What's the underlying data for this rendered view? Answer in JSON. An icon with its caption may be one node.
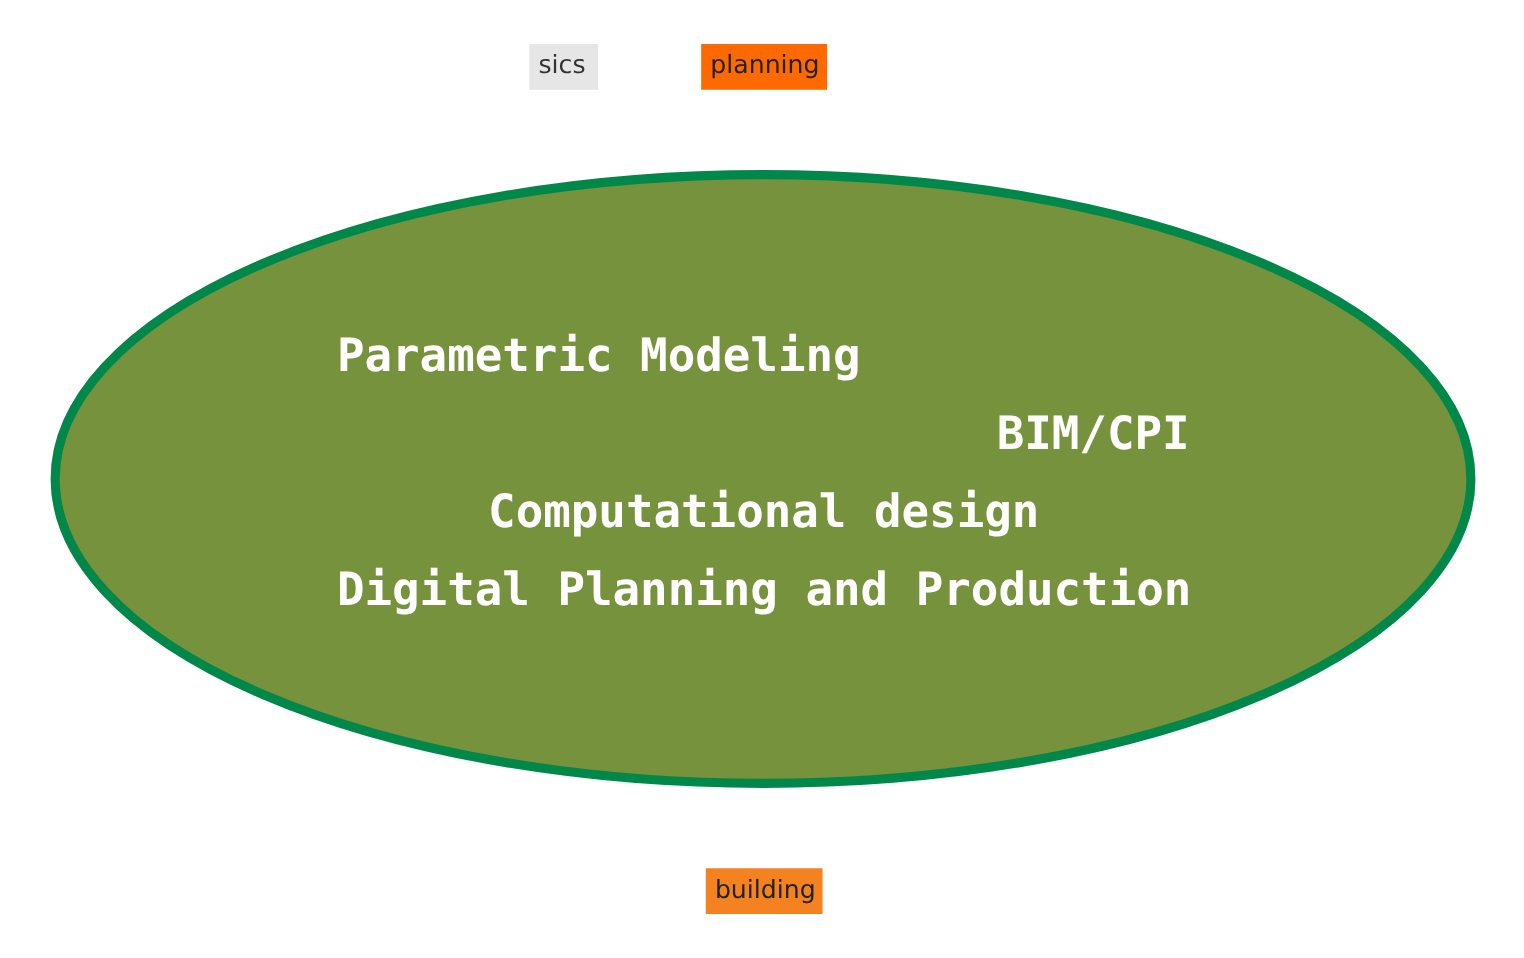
{
  "diagram": {
    "nodes": [
      {
        "text": [
          "Parametric Modeling",
          "BIM/CPI",
          "Computational design",
          "Digital Planning and Production"
        ]
      }
    ],
    "labels": [
      "sics",
      "planning",
      "building"
    ]
  }
}
